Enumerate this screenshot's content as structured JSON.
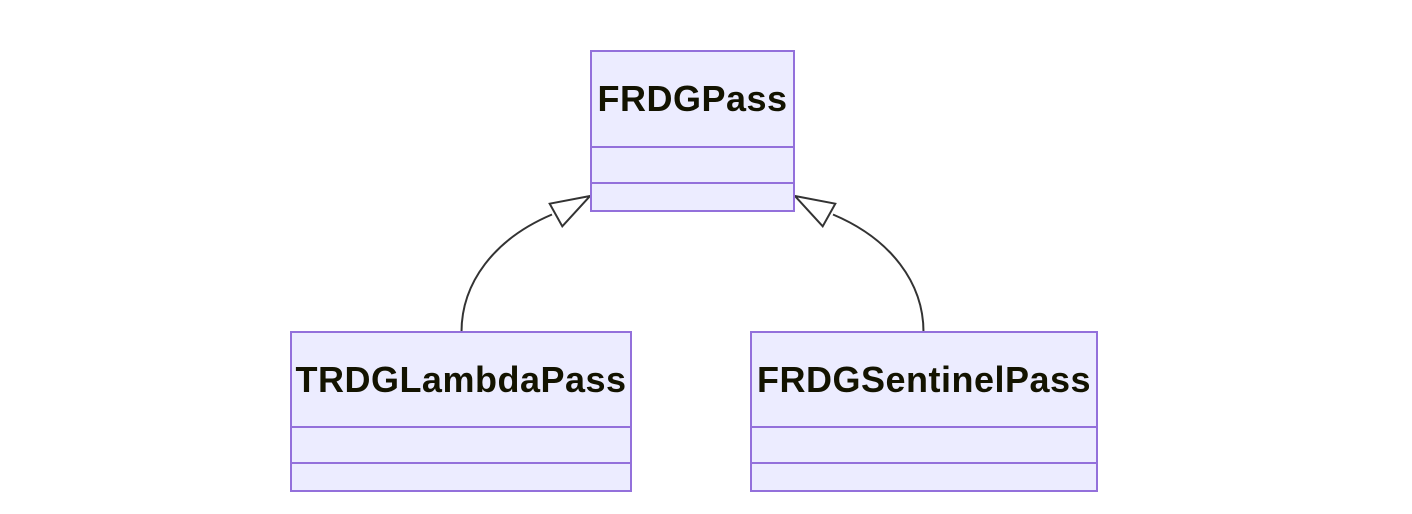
{
  "diagram": {
    "type": "class-diagram",
    "classes": [
      {
        "id": "FRDGPass",
        "name": "FRDGPass",
        "attributes": [],
        "methods": []
      },
      {
        "id": "TRDGLambdaPass",
        "name": "TRDGLambdaPass",
        "attributes": [],
        "methods": []
      },
      {
        "id": "FRDGSentinelPass",
        "name": "FRDGSentinelPass",
        "attributes": [],
        "methods": []
      }
    ],
    "relations": [
      {
        "from": "TRDGLambdaPass",
        "to": "FRDGPass",
        "type": "inheritance"
      },
      {
        "from": "FRDGSentinelPass",
        "to": "FRDGPass",
        "type": "inheritance"
      }
    ]
  },
  "colors": {
    "background": "#ffffff",
    "node_fill": "#ECECFF",
    "node_border": "#9370DB",
    "edge_stroke": "#333333",
    "arrowhead_fill": "#ffffff",
    "label_text": "#131300"
  }
}
